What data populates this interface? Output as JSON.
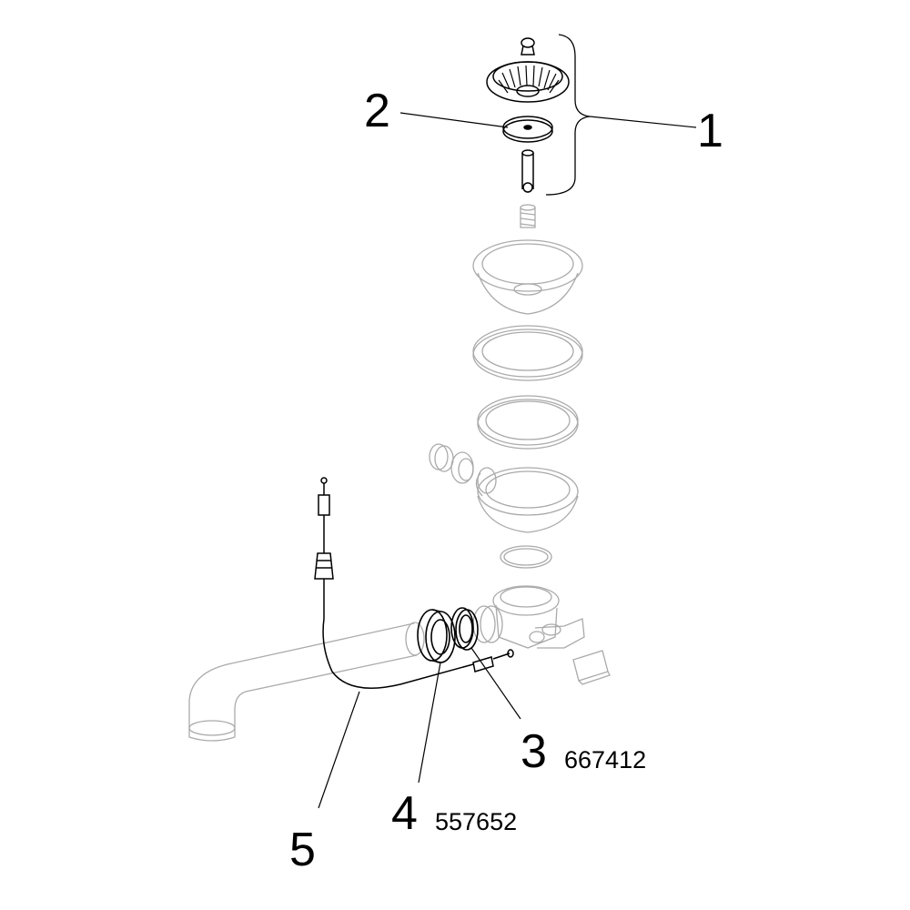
{
  "callouts": [
    {
      "number": "1",
      "part_no": ""
    },
    {
      "number": "2",
      "part_no": ""
    },
    {
      "number": "3",
      "part_no": "667412"
    },
    {
      "number": "4",
      "part_no": "557652"
    },
    {
      "number": "5",
      "part_no": ""
    }
  ],
  "colors": {
    "line": "#000000",
    "ghost": "#b0b0b0",
    "background": "#ffffff"
  }
}
